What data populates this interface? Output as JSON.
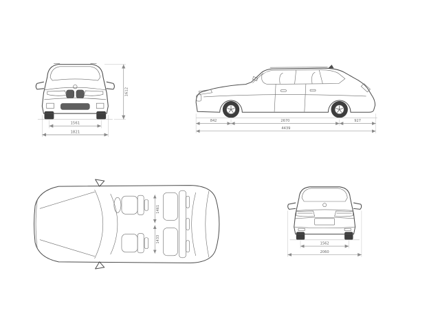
{
  "page": {
    "background": "#ffffff",
    "description": "Vehicle dimensions technical diagram, four orthographic views"
  },
  "colors": {
    "body_line": "#4a4a4a",
    "dimension_line": "#8a8a8a",
    "dimension_text": "#666666"
  },
  "views": {
    "front": {
      "label": "front-view",
      "dims": {
        "height_mm": "1612",
        "track_mm": "1561",
        "width_mm": "1821"
      }
    },
    "side": {
      "label": "side-view",
      "dims": {
        "front_overhang_mm": "842",
        "wheelbase_mm": "2670",
        "rear_overhang_mm": "927",
        "length_mm": "4439"
      }
    },
    "top": {
      "label": "top-view",
      "dims": {
        "interior_front_mm": "1461",
        "interior_rear_mm": "1433"
      }
    },
    "rear": {
      "label": "rear-view",
      "dims": {
        "track_mm": "1562",
        "width_incl_mirrors_mm": "2060"
      }
    }
  }
}
